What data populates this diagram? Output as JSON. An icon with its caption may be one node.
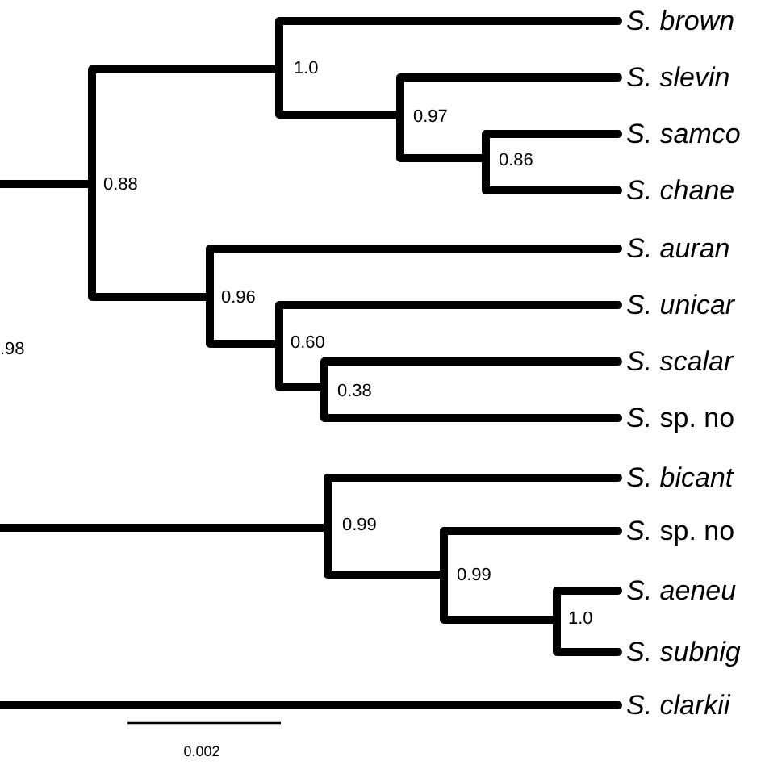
{
  "diagram": {
    "labels": [
      "S. brown",
      "S. slevin",
      "1.0",
      "0.97",
      "S. samco",
      "0.86",
      "0.88",
      "S. chane",
      "S. auran",
      "0.96",
      "S. unicar",
      ".98",
      "0.60",
      "S. scalar",
      "0.38",
      "*S.* sp. no",
      "S. bicant",
      "0.99",
      "*S.* sp. no",
      "0.99",
      "S. aeneu",
      "1.0",
      "S. subnig",
      "S. clarkii",
      "0.002"
    ]
  }
}
